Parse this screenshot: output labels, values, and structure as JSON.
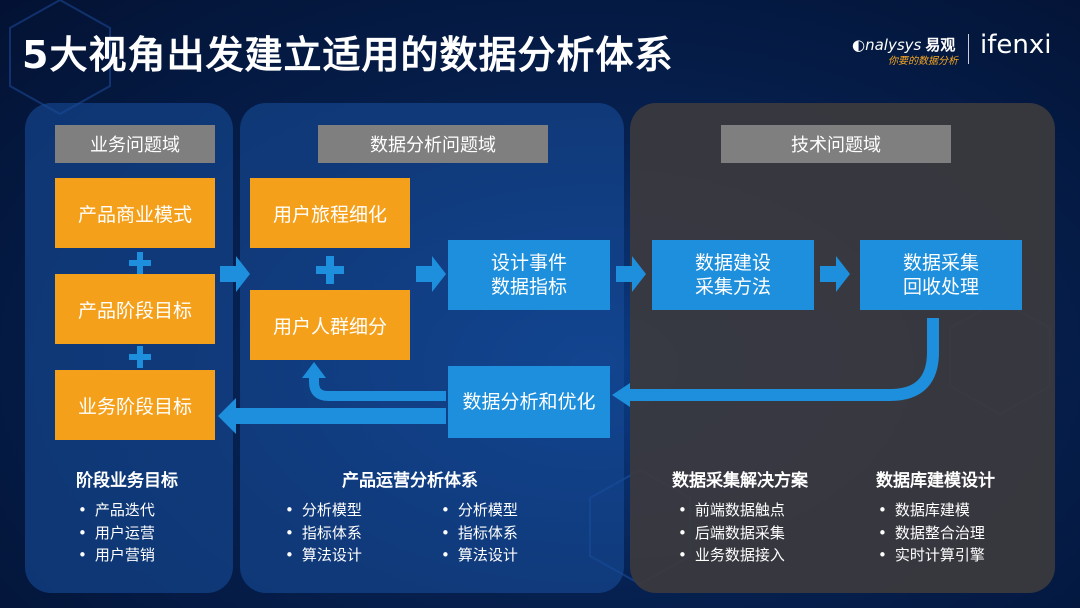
{
  "title": "5大视角出发建立适用的数据分析体系",
  "logo": {
    "brand": "nalysys",
    "brand_cn": "易观",
    "tagline": "你要的数据分析",
    "ifenxi": "ifenxi"
  },
  "domains": {
    "business": {
      "header": "业务问题域",
      "boxes": [
        "产品商业模式",
        "产品阶段目标",
        "业务阶段目标"
      ],
      "section_title": "阶段业务目标",
      "items": [
        "产品迭代",
        "用户运营",
        "用户营销"
      ]
    },
    "data": {
      "header": "数据分析问题域",
      "boxes": [
        "用户旅程细化",
        "用户人群细分"
      ],
      "design_box": [
        "设计事件",
        "数据指标"
      ],
      "optimize_box": "数据分析和优化",
      "section_title": "产品运营分析体系",
      "items_left": [
        "分析模型",
        "指标体系",
        "算法设计"
      ],
      "items_right": [
        "分析模型",
        "指标体系",
        "算法设计"
      ]
    },
    "tech": {
      "header": "技术问题域",
      "build_box": [
        "数据建设",
        "采集方法"
      ],
      "collect_box": [
        "数据采集",
        "回收处理"
      ],
      "left_title": "数据采集解决方案",
      "left_items": [
        "前端数据触点",
        "后端数据采集",
        "业务数据接入"
      ],
      "right_title": "数据库建模设计",
      "right_items": [
        "数据库建模",
        "数据整合治理",
        "实时计算引擎"
      ]
    }
  },
  "colors": {
    "orange": "#f5a01a",
    "blue": "#1e8fdc",
    "gray_header": "#7f7f7f"
  }
}
